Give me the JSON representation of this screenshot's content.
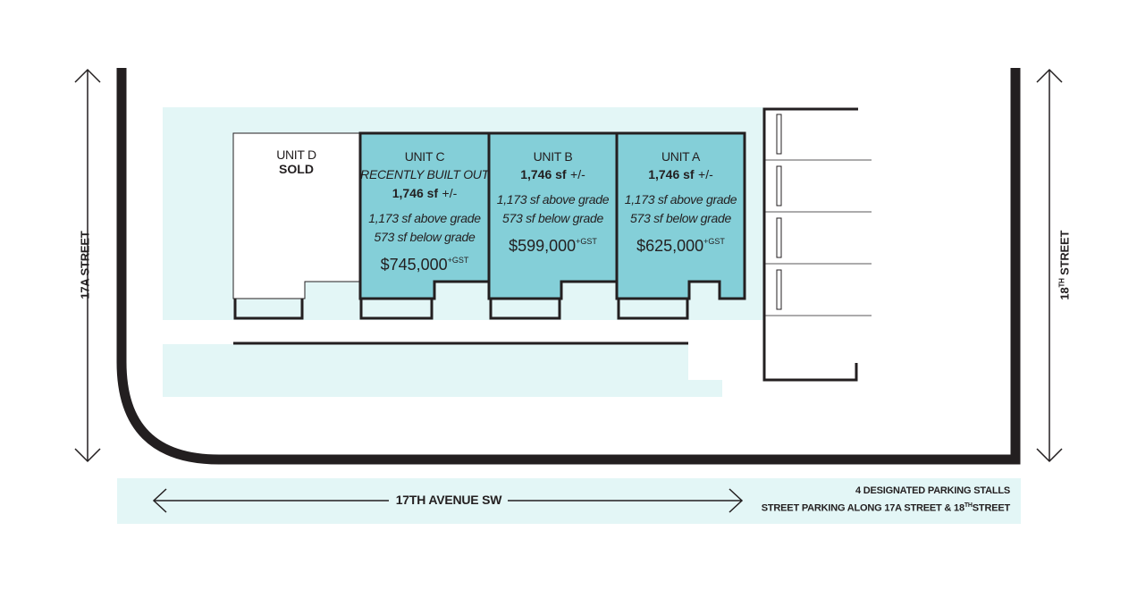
{
  "units": [
    {
      "title": "UNIT D",
      "status": "SOLD"
    },
    {
      "title": "UNIT C",
      "note": "RECENTLY BUILT OUT",
      "size": "1,746 sf",
      "size_suffix": "+/-",
      "above": "1,173 sf above grade",
      "below": "573 sf below grade",
      "price": "$745,000",
      "tax": "+GST"
    },
    {
      "title": "UNIT B",
      "size": "1,746 sf",
      "size_suffix": "+/-",
      "above": "1,173 sf above grade",
      "below": "573 sf below grade",
      "price": "$599,000",
      "tax": "+GST"
    },
    {
      "title": "UNIT A",
      "size": "1,746 sf",
      "size_suffix": "+/-",
      "above": "1,173 sf above grade",
      "below": "573 sf below grade",
      "price": "$625,000",
      "tax": "+GST"
    }
  ],
  "streets": {
    "left": "17A STREET",
    "right_prefix": "18",
    "right_sup": "TH",
    "right_suffix": " STREET",
    "bottom": "17TH AVENUE SW"
  },
  "parking": {
    "line1": "4 DESIGNATED PARKING STALLS",
    "line2_prefix": "STREET PARKING ALONG 17A STREET & 18",
    "line2_sup": "TH",
    "line2_suffix": "STREET"
  },
  "colors": {
    "unit_fill": "#84cfd8",
    "highlight": "#e3f6f6",
    "wall": "#231f20"
  }
}
